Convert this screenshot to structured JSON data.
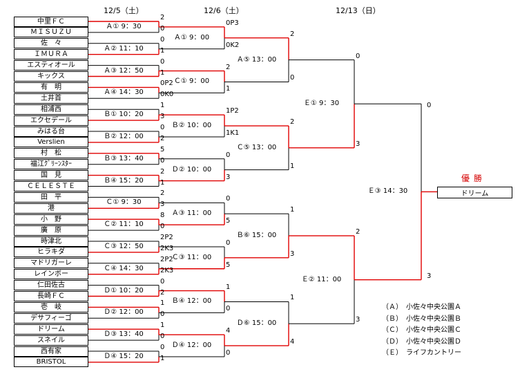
{
  "dates": {
    "d1": "12/5（土）",
    "d2": "12/6（土）",
    "d3": "12/13（日）"
  },
  "teams": [
    "中里ＦＣ",
    "ＭＩＳＵＺＵ",
    "佐　々",
    "ＩＭＵＲＡ",
    "エスティオール",
    "キックス",
    "有　明",
    "土井首",
    "相浦西",
    "エクセデール",
    "みはる台",
    "Verslien",
    "村　松",
    "福江ｸﾞﾘｰﾝｽﾀｰ",
    "国　見",
    "ＣＥＬＥＳＴＥ",
    "田　平",
    "港",
    "小　野",
    "廣　原",
    "時津北",
    "ヒラキダ",
    "マドリガーレ",
    "レインボー",
    "仁田佐古",
    "長崎ＦＣ",
    "壱　岐",
    "デサフィーゴ",
    "ドリーム",
    "スネイル",
    "西有家",
    "BRISTOL"
  ],
  "r1": [
    {
      "label": "Ａ① 9：30",
      "s1": "2",
      "s2": "0"
    },
    {
      "label": "Ａ② 11：10",
      "s1": "0",
      "s2": "1"
    },
    {
      "label": "Ａ③ 12：50",
      "s1": "0",
      "s2": "1"
    },
    {
      "label": "Ａ④ 14：30",
      "s1": "0P2",
      "s2": "0K0"
    },
    {
      "label": "Ｂ① 10：20",
      "s1": "1",
      "s2": "3"
    },
    {
      "label": "Ｂ② 12：00",
      "s1": "0",
      "s2": "2"
    },
    {
      "label": "Ｂ③ 13：40",
      "s1": "5",
      "s2": "0"
    },
    {
      "label": "Ｂ④ 15：20",
      "s1": "2",
      "s2": "1"
    },
    {
      "label": "Ｃ① 9：30",
      "s1": "2",
      "s2": "3"
    },
    {
      "label": "Ｃ② 11：10",
      "s1": "8",
      "s2": "0"
    },
    {
      "label": "Ｃ③ 12：50",
      "s1": "2P2",
      "s2": "2K3"
    },
    {
      "label": "Ｃ④ 14：30",
      "s1": "2P2",
      "s2": "2K3"
    },
    {
      "label": "Ｄ① 10：20",
      "s1": "0",
      "s2": "2"
    },
    {
      "label": "Ｄ② 12：00",
      "s1": "1",
      "s2": "0"
    },
    {
      "label": "Ｄ③ 13：40",
      "s1": "1",
      "s2": "0"
    },
    {
      "label": "Ｄ④ 15：20",
      "s1": "0",
      "s2": "1"
    }
  ],
  "r2": [
    {
      "label": "Ａ① 9：00",
      "s1": "0P3",
      "s2": "0K2"
    },
    {
      "label": "Ｃ① 9：00",
      "s1": "2",
      "s2": "1"
    },
    {
      "label": "Ｂ② 10：00",
      "s1": "1P2",
      "s2": "1K1"
    },
    {
      "label": "Ｄ② 10：00",
      "s1": "0",
      "s2": "3"
    },
    {
      "label": "Ａ③ 11：00",
      "s1": "0",
      "s2": "5"
    },
    {
      "label": "Ｃ③ 11：00",
      "s1": "0",
      "s2": "5"
    },
    {
      "label": "Ｂ④ 12：00",
      "s1": "1",
      "s2": "0"
    },
    {
      "label": "Ｄ④ 12：00",
      "s1": "4",
      "s2": "0"
    }
  ],
  "r3": [
    {
      "label": "Ａ⑤ 13：00",
      "s1": "2",
      "s2": "0"
    },
    {
      "label": "Ｃ⑤ 13：00",
      "s1": "2",
      "s2": "1"
    },
    {
      "label": "Ｂ⑥ 15：00",
      "s1": "1",
      "s2": "3"
    },
    {
      "label": "Ｄ⑥ 15：00",
      "s1": "1",
      "s2": "4"
    }
  ],
  "r4": [
    {
      "label": "Ｅ① 9：30",
      "s1": "0",
      "s2": "3"
    },
    {
      "label": "Ｅ② 11：00",
      "s1": "2",
      "s2": "3"
    }
  ],
  "final": {
    "label": "Ｅ③ 14：30",
    "s1": "0",
    "s2": "3"
  },
  "champion": {
    "title": "優勝",
    "name": "ドリーム"
  },
  "legend": [
    "（Ａ）　小佐々中央公園Ａ",
    "（Ｂ）　小佐々中央公園Ｂ",
    "（Ｃ）　小佐々中央公園Ｃ",
    "（Ｄ）　小佐々中央公園Ｄ",
    "（Ｅ）　ライフカントリー"
  ],
  "winners": {
    "r1": [
      0,
      1,
      1,
      0,
      1,
      1,
      0,
      0,
      1,
      0,
      1,
      1,
      1,
      0,
      0,
      1
    ],
    "r2": [
      0,
      0,
      0,
      1,
      1,
      1,
      0,
      0
    ],
    "r3": [
      0,
      0,
      1,
      1
    ],
    "r4": [
      1,
      0
    ],
    "final": 1
  },
  "colors": {
    "win": "#e00000",
    "lose": "#000000"
  }
}
